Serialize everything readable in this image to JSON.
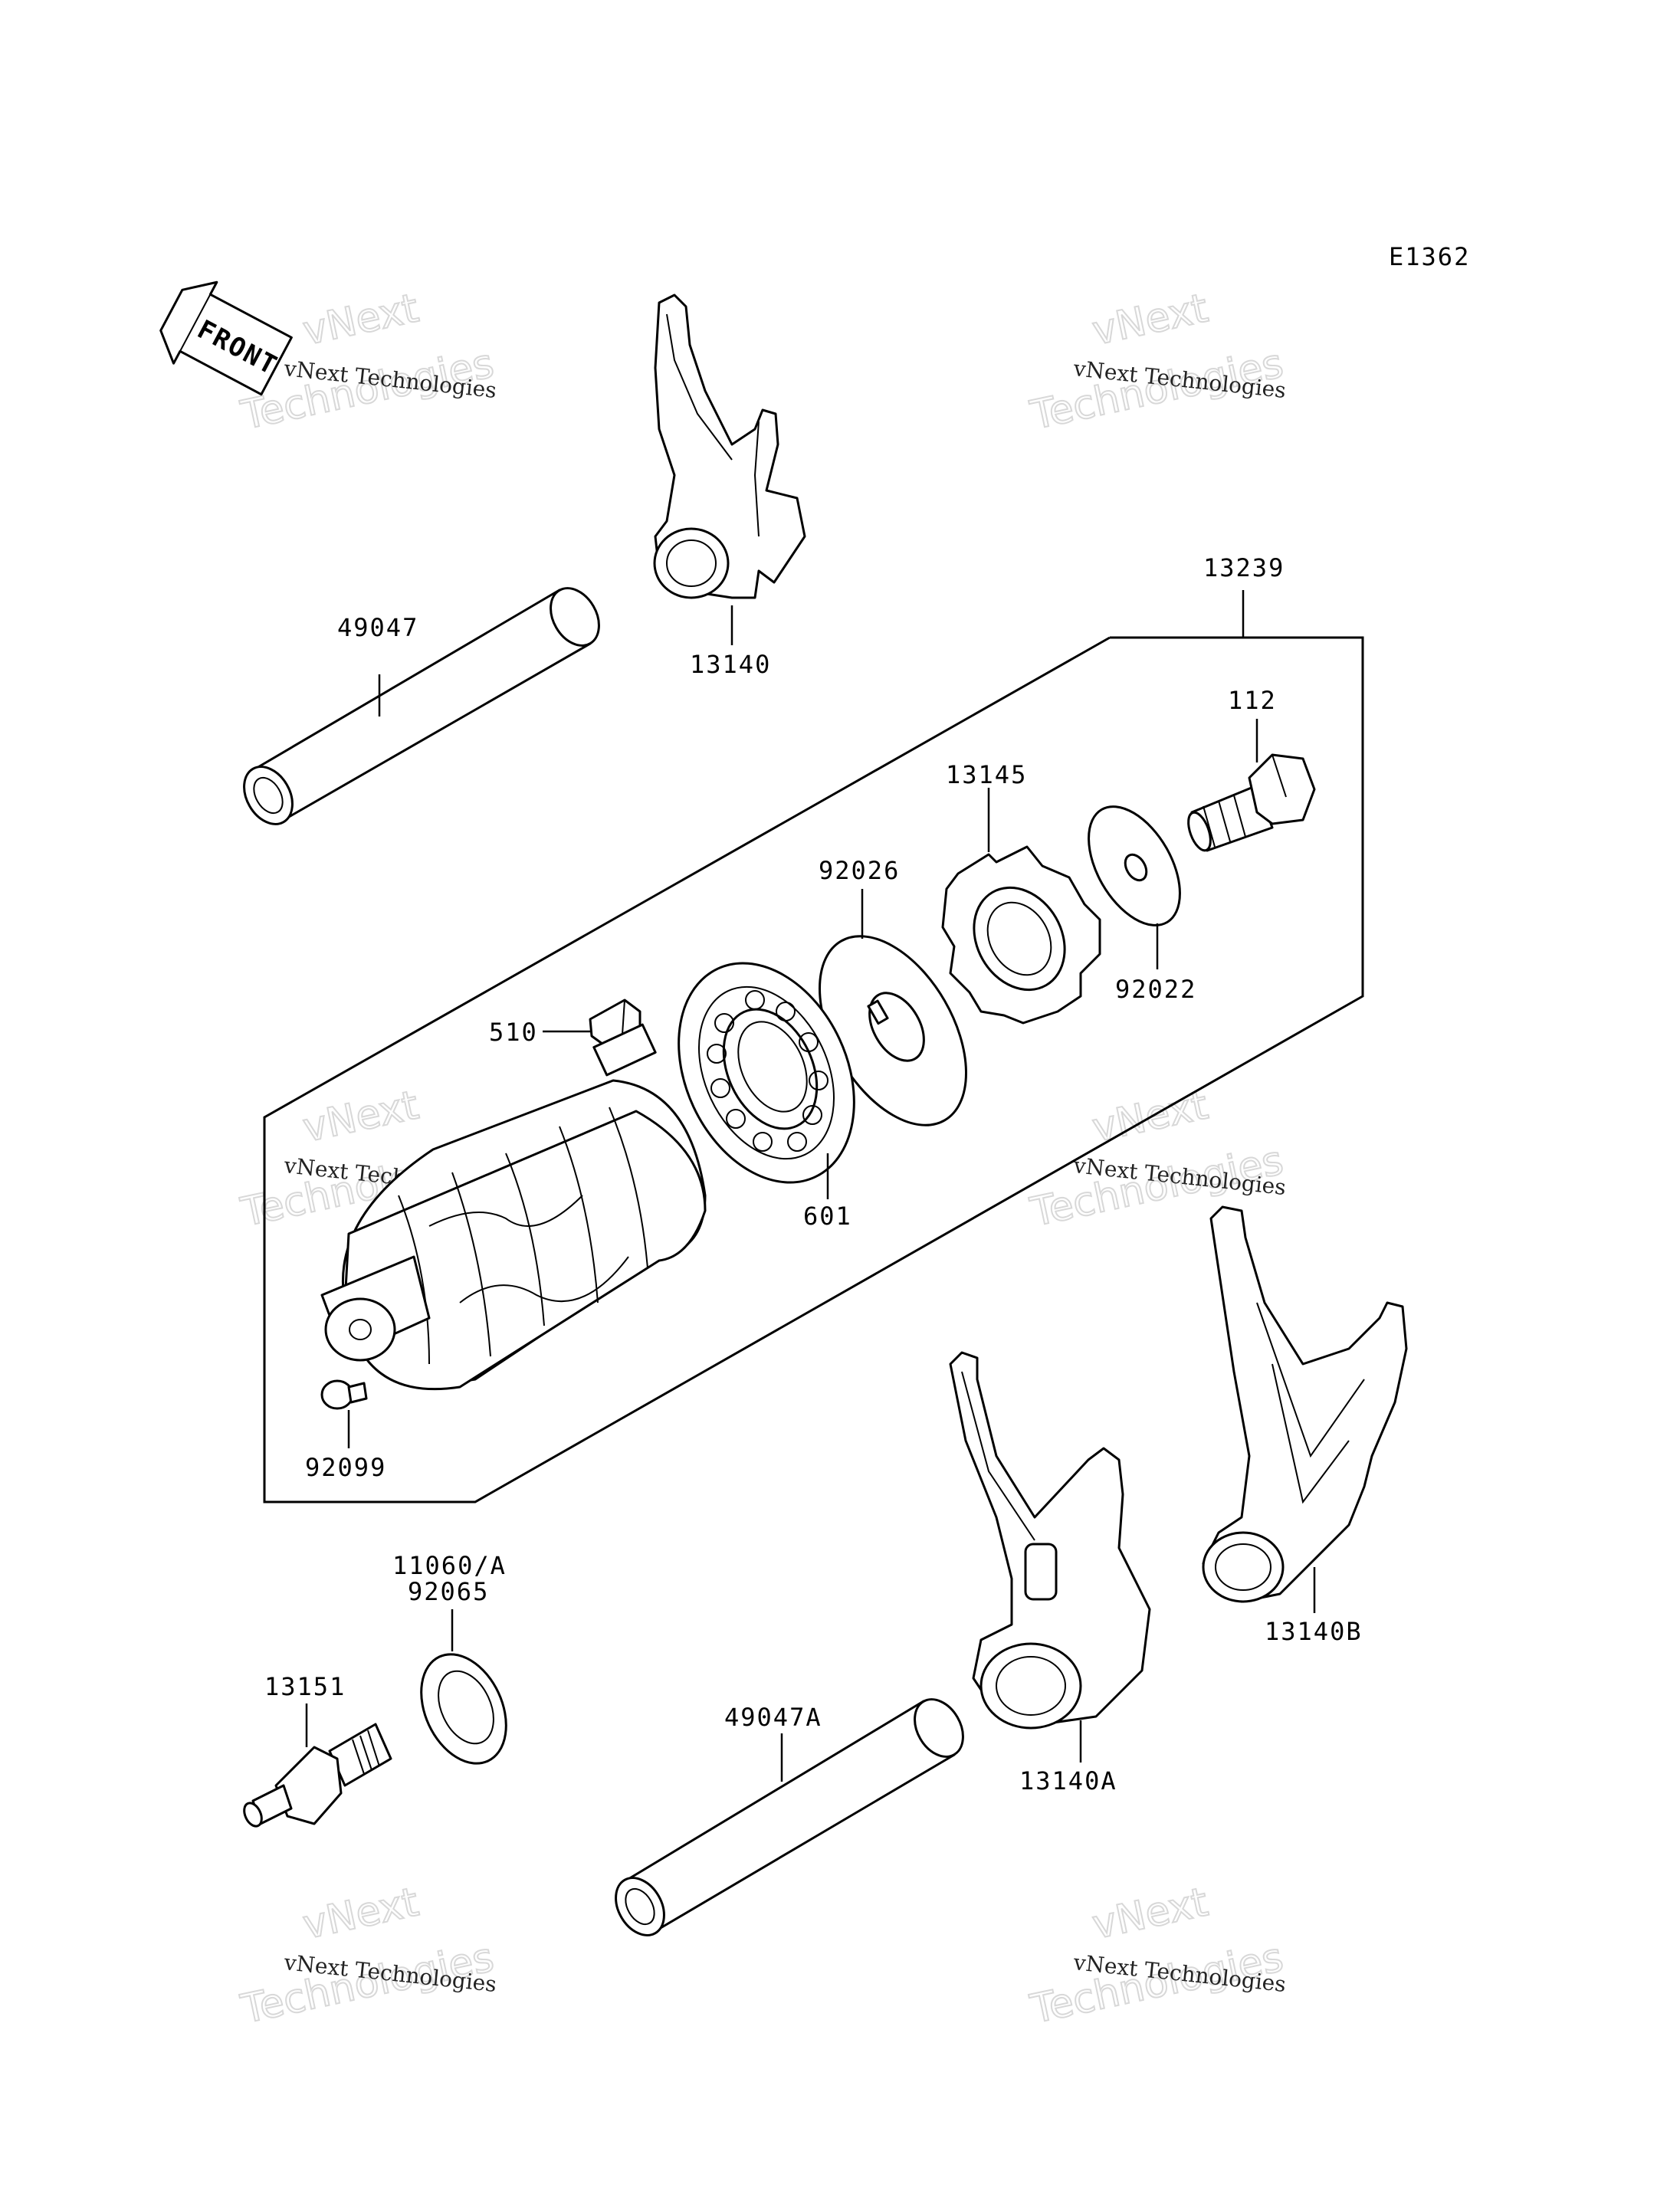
{
  "diagram_code": "E1362",
  "front_label": "FRONT",
  "watermark": {
    "line": "vNext Technologies",
    "big_top": "vNext",
    "big_bottom": "Technologies"
  },
  "parts": {
    "p13140": "13140",
    "p49047": "49047",
    "p13239": "13239",
    "p112": "112",
    "p13145": "13145",
    "p92026": "92026",
    "p92022": "92022",
    "p510": "510",
    "p601": "601",
    "p92099": "92099",
    "p11060a": "11060/A",
    "p92065": "92065",
    "p13151": "13151",
    "p49047a": "49047A",
    "p13140a": "13140A",
    "p13140b": "13140B"
  }
}
